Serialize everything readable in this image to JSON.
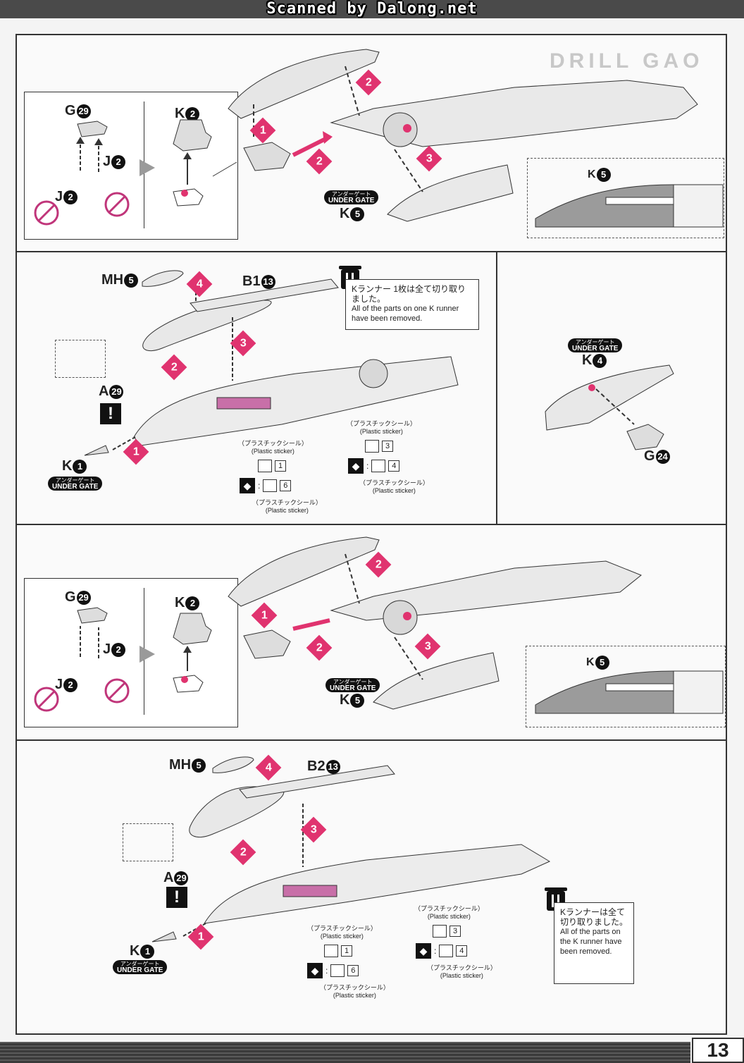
{
  "header": {
    "scan_credit": "Scanned by Dalong.net"
  },
  "page_number": "13",
  "background_title": "DRILL GAO",
  "panel1": {
    "inset_parts": {
      "g": "G",
      "g_num": "29",
      "k": "K",
      "k_num": "2",
      "j_top": "J",
      "j_top_num": "2",
      "j_bottom": "J",
      "j_bottom_num": "2"
    },
    "steps": [
      "1",
      "2",
      "2",
      "3"
    ],
    "under_gate": {
      "jp": "アンダーゲート",
      "en": "UNDER GATE"
    },
    "k5": {
      "label": "K",
      "num": "5"
    },
    "detail_k5": {
      "label": "K",
      "num": "5"
    }
  },
  "panel2": {
    "mh5": {
      "label": "MH",
      "num": "5"
    },
    "b1": {
      "label": "B1",
      "num": "13"
    },
    "a29": {
      "label": "A",
      "num": "29"
    },
    "k1": {
      "label": "K",
      "num": "1"
    },
    "steps": [
      "1",
      "2",
      "3",
      "4"
    ],
    "under_gate": {
      "jp": "アンダーゲート",
      "en": "UNDER GATE"
    },
    "note": {
      "jp": "Kランナー 1枚は全て切り取りました。",
      "en": "All of the parts on one K runner have been removed."
    },
    "stickers": [
      {
        "jp": "（プラスチックシール）",
        "en": "(Plastic sticker)",
        "num": "1"
      },
      {
        "jp": "（プラスチックシール）",
        "en": "(Plastic sticker)",
        "num": "3"
      },
      {
        "jp": "（プラスチックシール）",
        "en": "(Plastic sticker)",
        "num": "4"
      },
      {
        "jp": "（プラスチックシール）",
        "en": "(Plastic sticker)",
        "num": "6"
      }
    ],
    "excl": "!"
  },
  "panel2_side": {
    "under_gate": {
      "jp": "アンダーゲート",
      "en": "UNDER GATE"
    },
    "k4": {
      "label": "K",
      "num": "4"
    },
    "g24": {
      "label": "G",
      "num": "24"
    }
  },
  "panel3": {
    "inset_parts": {
      "g": "G",
      "g_num": "29",
      "k": "K",
      "k_num": "2",
      "j_top": "J",
      "j_top_num": "2",
      "j_bottom": "J",
      "j_bottom_num": "2"
    },
    "steps": [
      "1",
      "2",
      "2",
      "3"
    ],
    "under_gate": {
      "jp": "アンダーゲート",
      "en": "UNDER GATE"
    },
    "k5": {
      "label": "K",
      "num": "5"
    },
    "detail_k5": {
      "label": "K",
      "num": "5"
    }
  },
  "panel4": {
    "mh5": {
      "label": "MH",
      "num": "5"
    },
    "b2": {
      "label": "B2",
      "num": "13"
    },
    "a29": {
      "label": "A",
      "num": "29"
    },
    "k1": {
      "label": "K",
      "num": "1"
    },
    "steps": [
      "1",
      "2",
      "3",
      "4"
    ],
    "under_gate": {
      "jp": "アンダーゲート",
      "en": "UNDER GATE"
    },
    "note": {
      "jp": "Kランナーは全て切り取りました。",
      "en": "All of the parts on the K runner have been removed."
    },
    "stickers": [
      {
        "jp": "（プラスチックシール）",
        "en": "(Plastic sticker)",
        "num": "1"
      },
      {
        "jp": "（プラスチックシール）",
        "en": "(Plastic sticker)",
        "num": "3"
      },
      {
        "jp": "（プラスチックシール）",
        "en": "(Plastic sticker)",
        "num": "4"
      },
      {
        "jp": "（プラスチックシール）",
        "en": "(Plastic sticker)",
        "num": "6"
      }
    ],
    "excl": "!"
  },
  "colors": {
    "accent": "#e0336f",
    "sticker": "#c86fa8",
    "line": "#333333"
  }
}
